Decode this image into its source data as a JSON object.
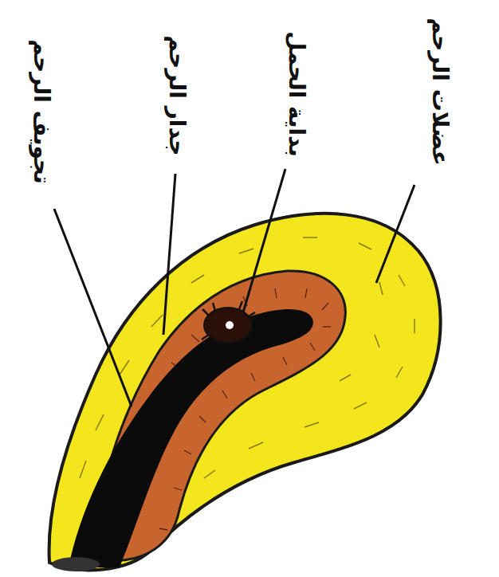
{
  "diagram": {
    "labels": [
      "تجويف الرحم",
      "جدار الرحم",
      "بداية الحمل",
      "عضلات الرحم"
    ]
  }
}
